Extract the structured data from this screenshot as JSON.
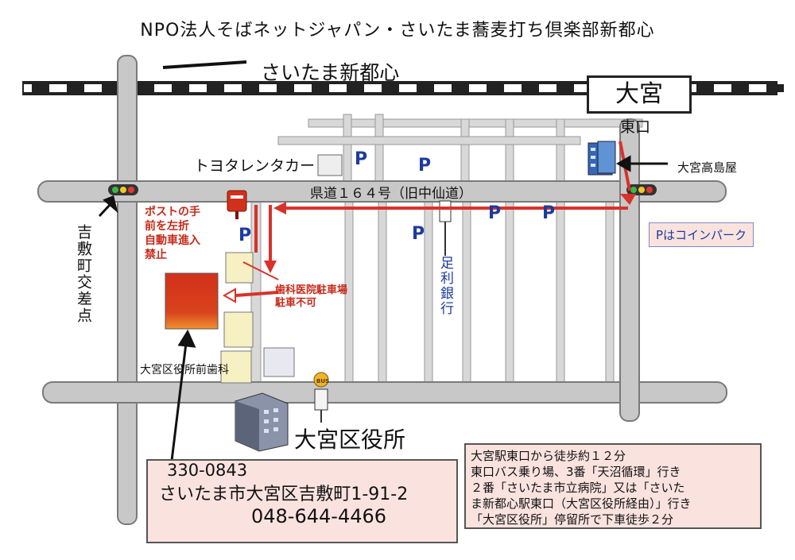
{
  "title": "NPO法人そばネットジャパン・さいたま蕎麦打ち倶楽部新都心",
  "rail": {
    "station_left": "さいたま新都心",
    "station_right": "大宮",
    "exit": "東口"
  },
  "road": {
    "main_label": "県道１６４号（旧中仙道）",
    "left_crossing": "吉敷町交差点"
  },
  "landmarks": {
    "rental": "トヨタレンタカー",
    "takashimaya": "大宮高島屋",
    "bank": "足利銀行",
    "dental_clinic": "大宮区役所前歯科",
    "ward_office": "大宮区役所",
    "bus_stop": "BUS"
  },
  "notes": {
    "post_turn": [
      "ポストの手",
      "前を左折",
      "自動車進入",
      "禁止"
    ],
    "dental_parking": [
      "歯科医院駐車場",
      "駐車不可"
    ],
    "coin_park": "Pはコインパーク",
    "parking_mark": "P"
  },
  "address": {
    "zip": "330-0843",
    "line": "さいたま市大宮区吉敷町1-91-2",
    "phone": "048-644-4466"
  },
  "directions": [
    "大宮駅東口から徒歩約１２分",
    "東口バス乗り場、3番「天沼循環」行き",
    "２番「さいたま市立病院」又は「さいた",
    "ま新都心駅東口（大宮区役所経由）」行き",
    "「大宮区役所」停留所で下車徒歩２分"
  ],
  "colors": {
    "road": "#c8c8c8",
    "road_edge": "#7a7a7a",
    "route": "#d8322a",
    "parking": "#1d3b9c",
    "target": "#d2301a"
  }
}
